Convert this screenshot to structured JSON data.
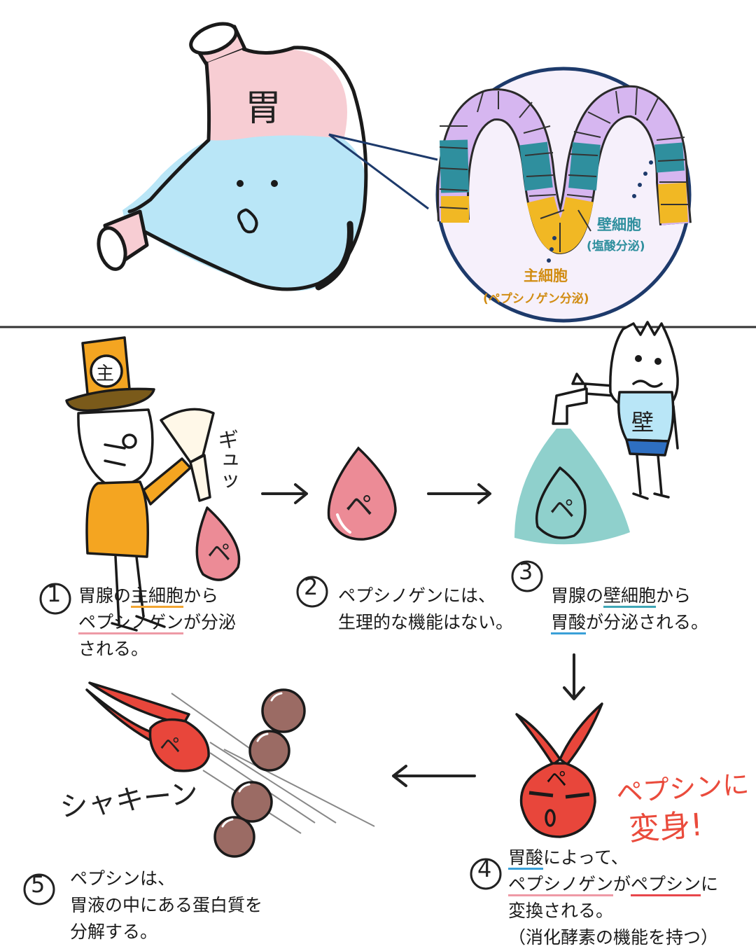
{
  "stomach": {
    "label": "胃",
    "parietal_label": "壁細胞",
    "parietal_sub": "(塩酸分泌)",
    "chief_label": "主細胞",
    "chief_sub": "(ペプシノゲン分泌)"
  },
  "glyphs": {
    "chief_hat": "主",
    "parietal_shirt": "壁",
    "pe": "ペ",
    "squeeze_sfx": "ギュッ",
    "slash_sfx": "シャキーン",
    "transform": [
      "ペプシンに",
      "変身!"
    ]
  },
  "steps": [
    {
      "number": "1",
      "lines": [
        [
          {
            "t": "胃腺の"
          },
          {
            "t": "主細胞",
            "u": "o"
          },
          {
            "t": "から"
          }
        ],
        [
          {
            "t": "ペプシノゲン",
            "u": "p"
          },
          {
            "t": "が分泌"
          }
        ],
        [
          {
            "t": "される。"
          }
        ]
      ]
    },
    {
      "number": "2",
      "lines": [
        [
          {
            "t": "ペプシノゲンには、"
          }
        ],
        [
          {
            "t": "生理的な機能はない。"
          }
        ]
      ]
    },
    {
      "number": "3",
      "lines": [
        [
          {
            "t": "胃腺の"
          },
          {
            "t": "壁細胞",
            "u": "t"
          },
          {
            "t": "から"
          }
        ],
        [
          {
            "t": "胃酸",
            "u": "b"
          },
          {
            "t": "が分泌される。"
          }
        ]
      ]
    },
    {
      "number": "4",
      "lines": [
        [
          {
            "t": "胃酸",
            "u": "b"
          },
          {
            "t": "によって、"
          }
        ],
        [
          {
            "t": "ペプシノゲン",
            "u": "p"
          },
          {
            "t": "が"
          },
          {
            "t": "ペプシン",
            "u": "r"
          },
          {
            "t": "に"
          }
        ],
        [
          {
            "t": "変換される。"
          }
        ],
        [
          {
            "t": "（消化酵素の機能を持つ）"
          }
        ]
      ]
    },
    {
      "number": "5",
      "lines": [
        [
          {
            "t": "ペプシンは、"
          }
        ],
        [
          {
            "t": "胃液の中にある蛋白質を"
          }
        ],
        [
          {
            "t": "分解する。"
          }
        ]
      ]
    }
  ],
  "colors": {
    "stomach_pink": "#f7cdd3",
    "stomach_blue": "#b9e6f7",
    "mucosa_purple": "#d6b6f0",
    "parietal_teal": "#2f8f9e",
    "chief_yellow": "#f1b824",
    "circle_border": "#1d3a6b",
    "pepsinogen_pink": "#ec8b96",
    "pepsin_red": "#e8463b",
    "acid_teal": "#8fd0cc",
    "protein_brown": "#9b6b64"
  }
}
